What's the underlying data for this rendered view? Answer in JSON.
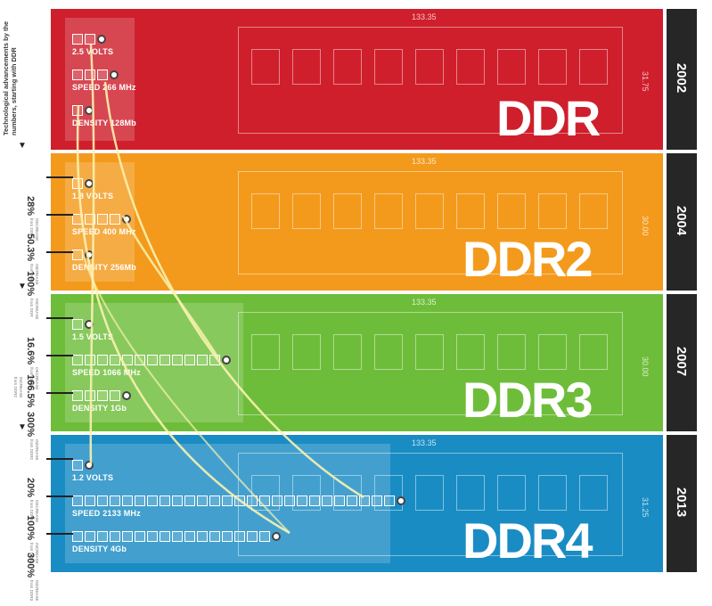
{
  "intro": "Technological advancements by the numbers, starting with DDR",
  "generations": [
    {
      "name": "DDR",
      "year": "2002",
      "color": "#cf1f2c",
      "width_label": "133.35",
      "height_label": "31.75",
      "volts": "2.5 VOLTS",
      "speed": "SPEED 266 MHz",
      "density": "DENSITY  128Mb",
      "volts_boxes": 2,
      "speed_boxes": 3,
      "density_boxes": 1
    },
    {
      "name": "DDR2",
      "year": "2004",
      "color": "#f39a1c",
      "width_label": "133.35",
      "height_label": "30.00",
      "volts": "1.8 VOLTS",
      "speed": "SPEED 400 MHz",
      "density": "DENSITY  256Mb",
      "volts_boxes": 1,
      "speed_boxes": 4,
      "density_boxes": 1,
      "stats": [
        {
          "pct": "28%",
          "desc": "DECREASE from DDR"
        },
        {
          "pct": "50.3%",
          "desc": "INCREASE from DDR"
        },
        {
          "pct": "100%",
          "desc": "INCREASE from DDR"
        }
      ]
    },
    {
      "name": "DDR3",
      "year": "2007",
      "color": "#6ebd3a",
      "width_label": "133.35",
      "height_label": "30.00",
      "volts": "1.5 VOLTS",
      "speed": "SPEED 1066 MHz",
      "density": "DENSITY  1Gb",
      "volts_boxes": 1,
      "speed_boxes": 12,
      "density_boxes": 4,
      "stats": [
        {
          "pct": "16.6%",
          "desc": "DECREASE from DDR2"
        },
        {
          "pct": "166.5%",
          "desc": "INCREASE from DDR2"
        },
        {
          "pct": "300%",
          "desc": "INCREASE from DDR2"
        }
      ]
    },
    {
      "name": "DDR4",
      "year": "2013",
      "color": "#1a8cc4",
      "width_label": "133.35",
      "height_label": "31.25",
      "volts": "1.2 VOLTS",
      "speed": "SPEED 2133 MHz",
      "density": "DENSITY  4Gb",
      "volts_boxes": 1,
      "speed_boxes": 26,
      "density_boxes": 16,
      "stats": [
        {
          "pct": "20%",
          "desc": "DECREASE from DDR3"
        },
        {
          "pct": "100%",
          "desc": "INCREASE from DDR3"
        },
        {
          "pct": "300%",
          "desc": "INCREASE from DDR3"
        }
      ]
    }
  ]
}
